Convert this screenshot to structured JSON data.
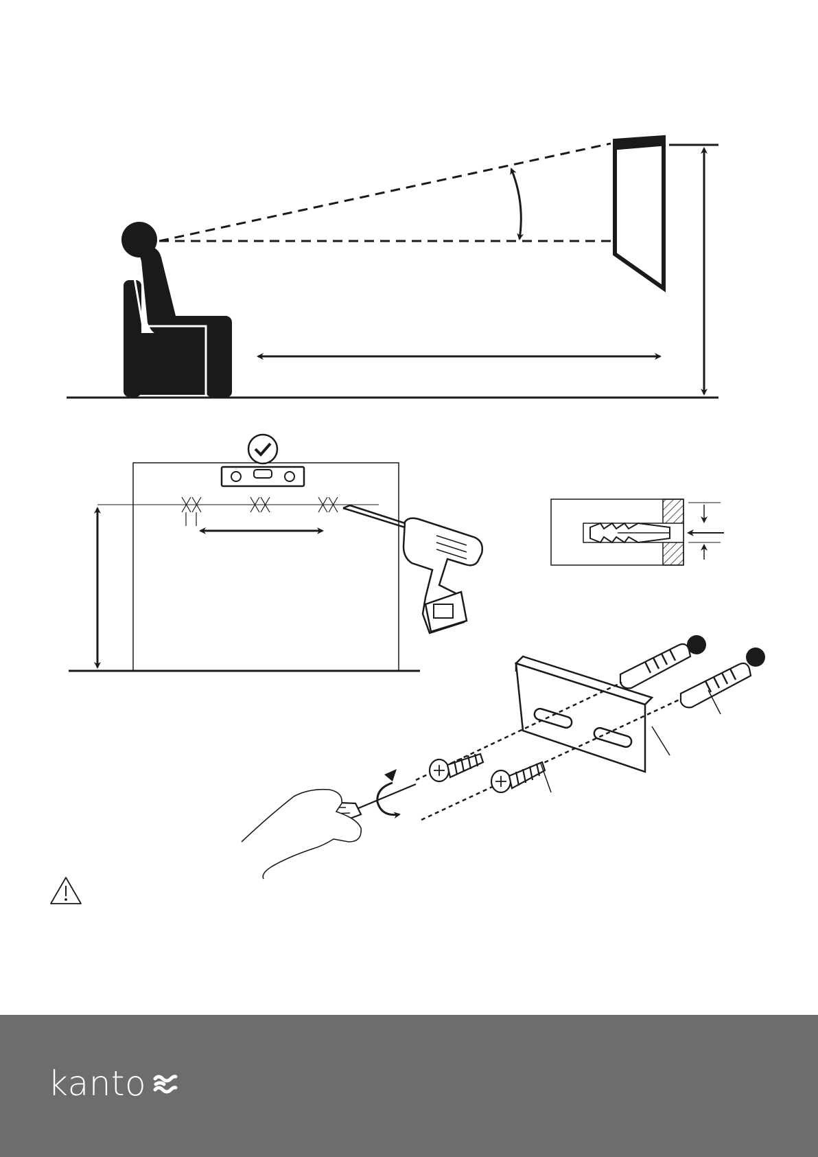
{
  "document": {
    "sections": [
      {
        "name": "viewing-position-diagram"
      },
      {
        "name": "drill-mounting-holes-diagram"
      },
      {
        "name": "anchor-depth-diagram"
      },
      {
        "name": "bracket-install-diagram"
      }
    ],
    "warning_icon": "warning-triangle-icon"
  },
  "footer": {
    "brand": "kanto",
    "brand_mark_icon": "kanto-wave-icon",
    "background_color": "#6d6c6e",
    "text_color": "#ffffff"
  }
}
